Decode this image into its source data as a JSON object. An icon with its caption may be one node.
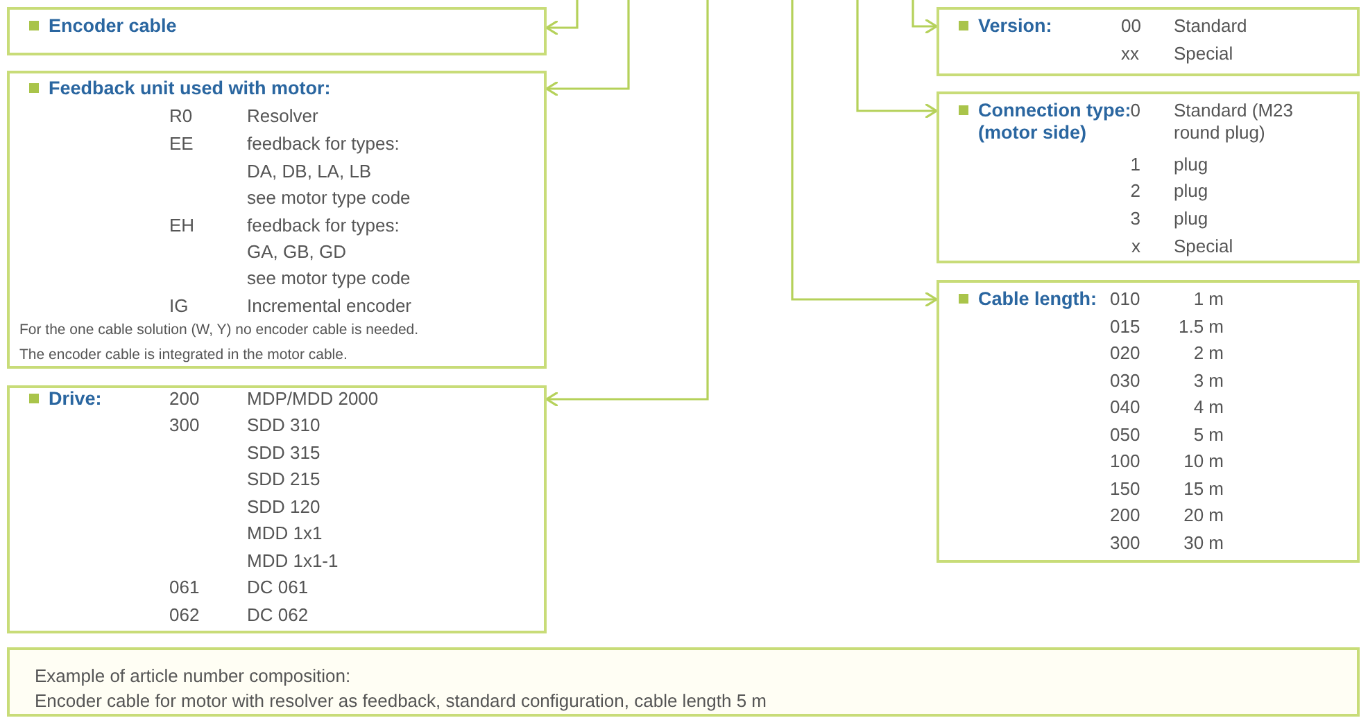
{
  "diagram": {
    "nodes": [
      {
        "text": [
          "Encoder cable"
        ]
      },
      {
        "text": [
          "Feedback unit used with motor:",
          "R0",
          "Resolver",
          "EE",
          "feedback for types:",
          "DA, DB, LA, LB",
          "see motor type code",
          "EH",
          "feedback for types:",
          "GA, GB, GD",
          "see motor type code",
          "IG",
          "Incremental encoder",
          "For the one cable solution (W, Y) no encoder cable is needed.",
          "The encoder cable is integrated in the motor cable."
        ]
      },
      {
        "text": [
          "Drive:",
          "200",
          "MDP/MDD 2000",
          "300",
          "SDD 310",
          "SDD 315",
          "SDD 215",
          "SDD 120",
          "MDD 1x1",
          "MDD 1x1-1",
          "061",
          "DC 061",
          "062",
          "DC 062"
        ]
      },
      {
        "text": [
          "Example of article number composition:",
          "Encoder cable for motor with resolver as feedback, standard configuration, cable length 5 m"
        ]
      },
      {
        "text": [
          "Version:",
          "00",
          "Standard",
          "xx",
          "Special"
        ]
      },
      {
        "text": [
          "Connection type: (motor side)",
          "0",
          "Standard (M23 round plug)",
          "1",
          "plug",
          "2",
          "plug",
          "3",
          "plug",
          "x",
          "Special"
        ]
      },
      {
        "text": [
          "Cable length:",
          "010",
          "1 m",
          "015",
          "1.5 m",
          "020",
          "2 m",
          "030",
          "3 m",
          "040",
          "4 m",
          "050",
          "5 m",
          "100",
          "10 m",
          "150",
          "15 m",
          "200",
          "20 m",
          "300",
          "30 m"
        ]
      }
    ],
    "edges": [
      {
        "from": null,
        "to": 0,
        "arrow": "to"
      },
      {
        "from": null,
        "to": 1,
        "arrow": "to"
      },
      {
        "from": null,
        "to": 2,
        "arrow": "to"
      },
      {
        "from": null,
        "to": 4,
        "arrow": "to"
      },
      {
        "from": null,
        "to": 5,
        "arrow": "to"
      },
      {
        "from": null,
        "to": 6,
        "arrow": "to"
      }
    ]
  }
}
